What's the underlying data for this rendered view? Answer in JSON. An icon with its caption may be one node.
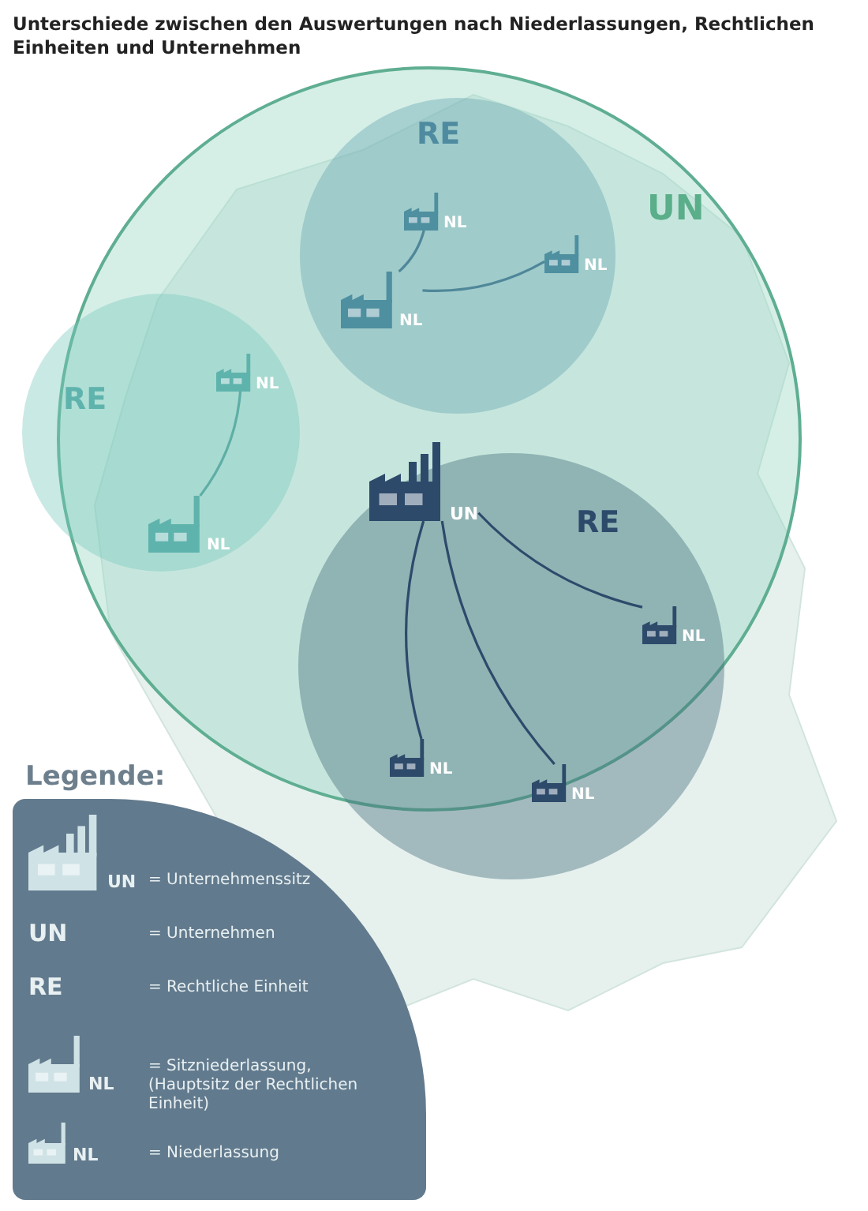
{
  "diagram": {
    "title": "Unterschiede zwischen den Auswertungen nach Niederlassungen, Rechtlichen Einheiten und Unternehmen",
    "nodes": [
      {
        "text": [
          "UN"
        ]
      },
      {
        "text": [
          "RE"
        ],
        "in": 0
      },
      {
        "text": [
          "NL"
        ],
        "in": 1
      },
      {
        "text": [
          "NL"
        ],
        "in": 1
      },
      {
        "text": [
          "NL"
        ],
        "in": 1
      },
      {
        "text": [
          "RE"
        ],
        "in": 0
      },
      {
        "text": [
          "NL"
        ],
        "in": 5
      },
      {
        "text": [
          "NL"
        ],
        "in": 5
      },
      {
        "text": [
          "RE"
        ],
        "in": 0
      },
      {
        "text": [
          "UN"
        ],
        "in": 8
      },
      {
        "text": [
          "NL"
        ],
        "in": 8
      },
      {
        "text": [
          "NL"
        ],
        "in": 8
      },
      {
        "text": [
          "NL"
        ],
        "in": 8
      }
    ],
    "edges": [
      {
        "from": 4,
        "to": 2,
        "arrow": "none",
        "color": "#4f8799"
      },
      {
        "from": 4,
        "to": 3,
        "arrow": "none",
        "color": "#4f8799"
      },
      {
        "from": 7,
        "to": 6,
        "arrow": "none",
        "color": "#5eaea6"
      },
      {
        "from": 9,
        "to": 10,
        "arrow": "none"
      },
      {
        "from": 9,
        "to": 11,
        "arrow": "none"
      },
      {
        "from": 9,
        "to": 12,
        "arrow": "none"
      }
    ],
    "labels": [
      "Legende:",
      "UN",
      "UN",
      "RE",
      "NL",
      "NL"
    ],
    "legend": [
      {
        "text": "= Unternehmenssitz"
      },
      {
        "text": "= Unternehmen"
      },
      {
        "text": "= Rechtliche Einheit"
      },
      {
        "text": "= Sitzniederlassung, (Hauptsitz der Rechtlichen Einheit)"
      },
      {
        "text": "= Niederlassung"
      }
    ]
  }
}
